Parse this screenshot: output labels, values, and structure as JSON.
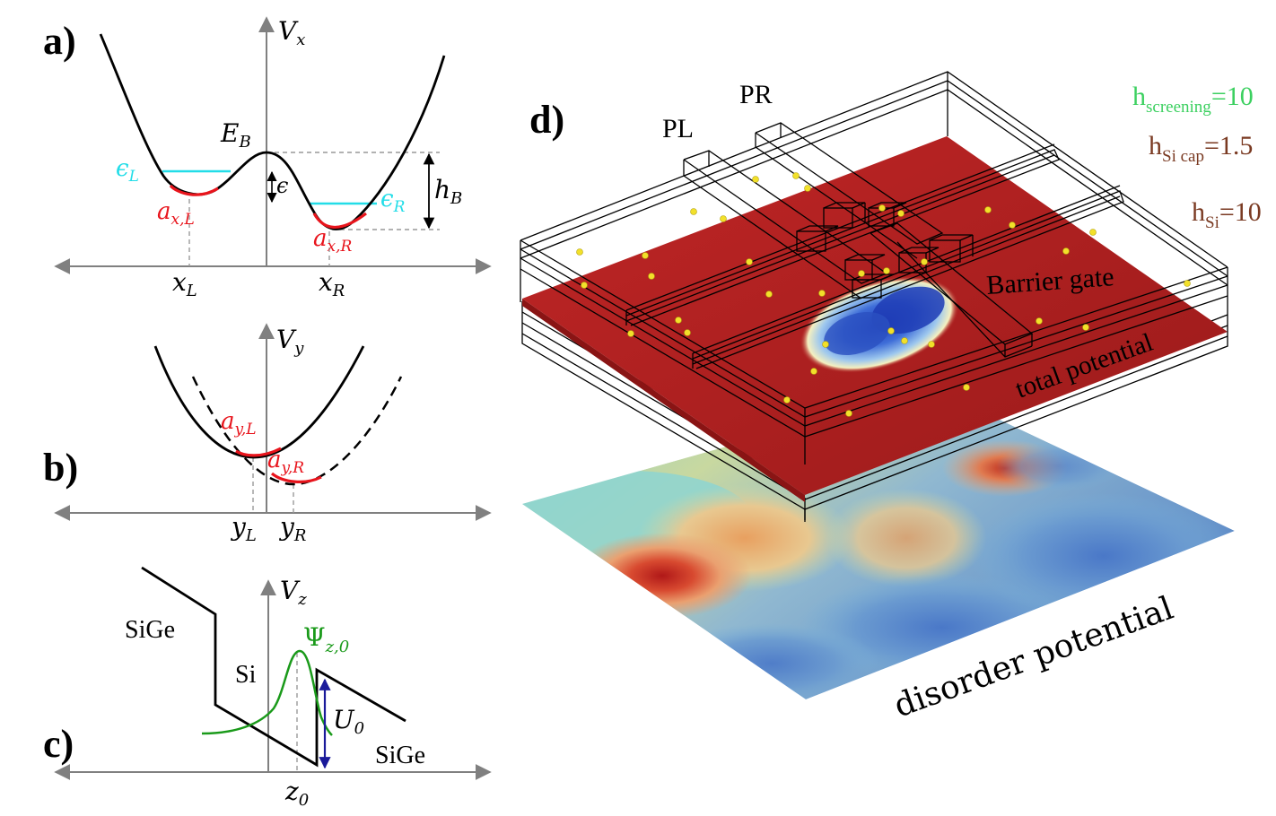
{
  "panels": {
    "a": {
      "label": "a)",
      "axis_label": "V",
      "axis_sub": "x",
      "barrier": "E",
      "barrier_sub": "B",
      "eps_left": "ϵ",
      "eps_left_sub": "L",
      "eps_right": "ϵ",
      "eps_right_sub": "R",
      "eps": "ϵ",
      "height": "h",
      "height_sub": "B",
      "curv_left": "a",
      "curv_left_sub": "x,L",
      "curv_right": "a",
      "curv_right_sub": "x,R",
      "x_left": "x",
      "x_left_sub": "L",
      "x_right": "x",
      "x_right_sub": "R"
    },
    "b": {
      "label": "b)",
      "axis_label": "V",
      "axis_sub": "y",
      "curv_left": "a",
      "curv_left_sub": "y,L",
      "curv_right": "a",
      "curv_right_sub": "y,R",
      "y_left": "y",
      "y_left_sub": "L",
      "y_right": "y",
      "y_right_sub": "R"
    },
    "c": {
      "label": "c)",
      "axis_label": "V",
      "axis_sub": "z",
      "sige_top": "SiGe",
      "si": "Si",
      "sige_bottom": "SiGe",
      "psi": "Ψ",
      "psi_sub": "z,0",
      "u": "U",
      "u_sub": "0",
      "z0": "z",
      "z0_sub": "0"
    },
    "d": {
      "label": "d)",
      "pl": "PL",
      "pr": "PR",
      "barrier_gate": "Barrier gate",
      "total_potential": "total potential",
      "disorder_potential": "disorder potential",
      "h_screening": "h",
      "h_screening_sub": "screening",
      "h_screening_val": "=10",
      "h_sicap": "h",
      "h_sicap_sub": "Si cap",
      "h_sicap_val": "=1.5",
      "h_si": "h",
      "h_si_sub": "Si",
      "h_si_val": "=10"
    }
  },
  "colors": {
    "axis": "#808080",
    "curve": "#000000",
    "red": "#e8141c",
    "cyan": "#22dde8",
    "green": "#1a9a1a",
    "navy": "#1a1a9a",
    "slab_red": "#b02020",
    "screen_green": "#3cd060",
    "brown": "#7a3a22"
  }
}
